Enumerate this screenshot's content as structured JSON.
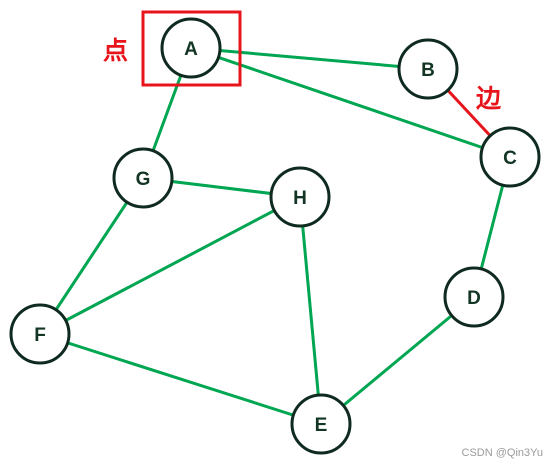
{
  "diagram": {
    "nodes": [
      {
        "id": "A",
        "label": "A"
      },
      {
        "id": "B",
        "label": "B"
      },
      {
        "id": "C",
        "label": "C"
      },
      {
        "id": "D",
        "label": "D"
      },
      {
        "id": "E",
        "label": "E"
      },
      {
        "id": "F",
        "label": "F"
      },
      {
        "id": "G",
        "label": "G"
      },
      {
        "id": "H",
        "label": "H"
      }
    ],
    "edges": [
      {
        "from": "A",
        "to": "B"
      },
      {
        "from": "A",
        "to": "C"
      },
      {
        "from": "A",
        "to": "G"
      },
      {
        "from": "B",
        "to": "C",
        "highlight": true
      },
      {
        "from": "C",
        "to": "D"
      },
      {
        "from": "D",
        "to": "E"
      },
      {
        "from": "E",
        "to": "H"
      },
      {
        "from": "E",
        "to": "F"
      },
      {
        "from": "F",
        "to": "G"
      },
      {
        "from": "F",
        "to": "H"
      },
      {
        "from": "G",
        "to": "H"
      }
    ],
    "annotations": {
      "vertex_label": "点",
      "edge_label": "边"
    },
    "colors": {
      "edge": "#00a651",
      "highlight": "#e8141b",
      "node_stroke": "#0f2a1f",
      "node_text": "#123524"
    }
  },
  "watermark": "CSDN @Qin3Yu"
}
